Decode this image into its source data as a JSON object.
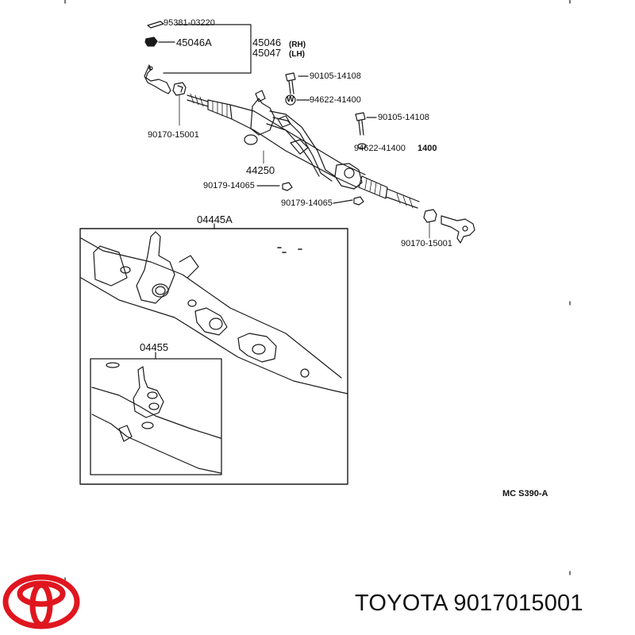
{
  "labels": {
    "p95381": "95381-03220",
    "p45046A": "45046A",
    "p45046": "45046",
    "p45047": "45047",
    "rh": "(RH)",
    "lh": "(LH)",
    "p90105a": "90105-14108",
    "p94622a": "94622-41400",
    "w_mark": "W",
    "p90105b": "90105-14108",
    "p90170a": "90170-15001",
    "p94622b": "94622-41400",
    "p1400": "1400",
    "p44250": "44250",
    "p90179a": "90179-14065",
    "p90179b": "90179-14065",
    "p90170b": "90170-15001",
    "p04445A": "04445A",
    "p04455": "04455",
    "mc_code": "MC  S390-A"
  },
  "caption": "TOYOTA 9017015001",
  "colors": {
    "line": "#1a1a1a",
    "logo": "#e0161f",
    "background": "#ffffff"
  }
}
